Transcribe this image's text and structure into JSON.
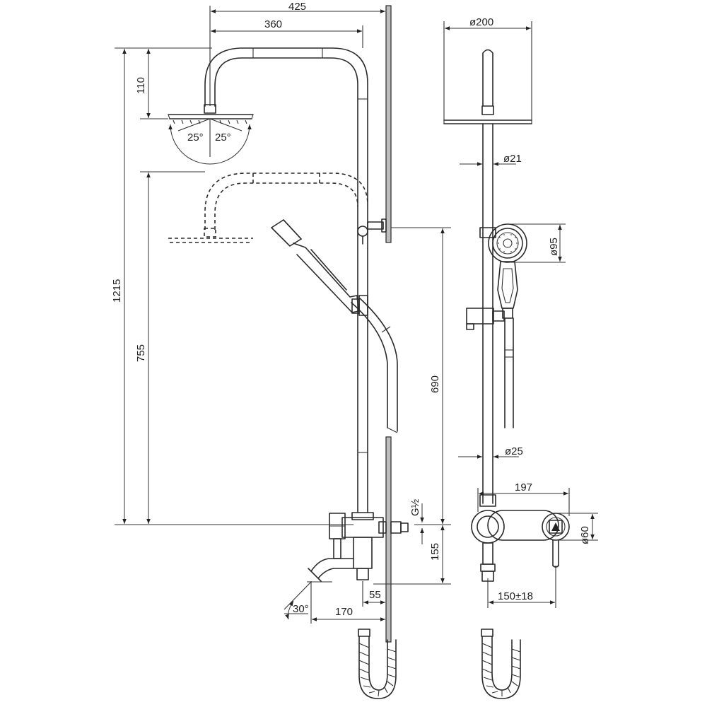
{
  "dimensions": {
    "width_425": "425",
    "width_360": "360",
    "diameter_200": "ø200",
    "height_110": "110",
    "angle_left": "25°",
    "angle_right": "25°",
    "height_1215": "1215",
    "height_755": "755",
    "height_690": "690",
    "diameter_21": "ø21",
    "diameter_95": "ø95",
    "diameter_25": "ø25",
    "width_197": "197",
    "thread_g12": "G½",
    "diameter_60": "ø60",
    "height_155": "155",
    "width_55": "55",
    "angle_30": "30°",
    "width_170": "170",
    "width_150_18": "150±18"
  },
  "icons": {
    "mixer_logo": "triangle-logo-icon"
  }
}
